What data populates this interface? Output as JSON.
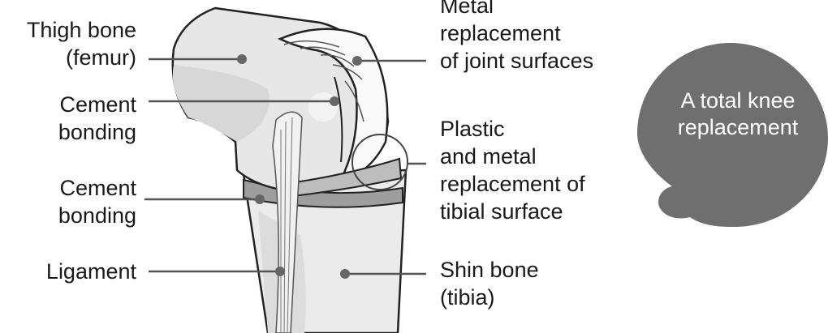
{
  "labels": {
    "femur": [
      "Thigh bone",
      "(femur)"
    ],
    "cement_upper": [
      "Cement",
      "bonding"
    ],
    "cement_lower": [
      "Cement",
      "bonding"
    ],
    "ligament": [
      "Ligament"
    ],
    "metal": [
      "Metal",
      "replacement",
      "of joint surfaces"
    ],
    "plastic": [
      "Plastic",
      "and metal",
      "replacement of",
      "tibial surface"
    ],
    "tibia": [
      "Shin bone",
      "(tibia)"
    ]
  },
  "bubble": {
    "text": [
      "A total knee",
      "replacement"
    ],
    "color": "#6f6f6f"
  }
}
